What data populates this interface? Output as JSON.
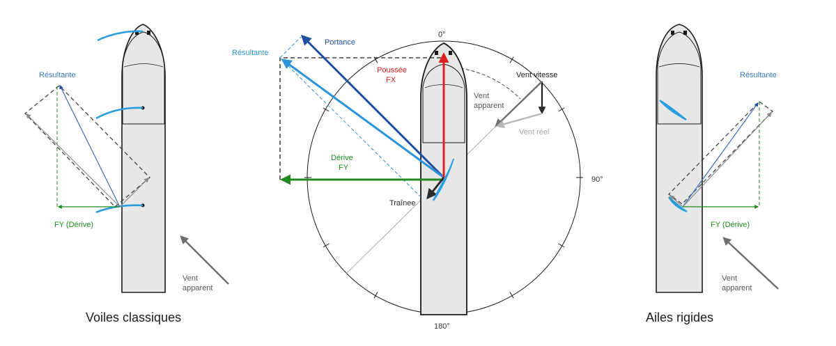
{
  "colors": {
    "hull_fill": "#e7e7e7",
    "hull_stroke": "#1a1a1a",
    "resultante": "#2b93d9",
    "resultante_text": "#3a7bbf",
    "portance": "#1f4fa0",
    "derive": "#1f8a1f",
    "poussee": "#e02020",
    "trainee": "#2a2a2a",
    "wind_apparent": "#6e6e6e",
    "wind_reel": "#b8b8b8",
    "sail": "#2a9ee0"
  },
  "left": {
    "resultante_label": "Résultante",
    "fy_label": "FY (Dérive)",
    "wind_label_1": "Vent",
    "wind_label_2": "apparent",
    "caption": "Voiles classiques"
  },
  "center": {
    "compass_0": "0°",
    "compass_90": "90°",
    "compass_180": "180°",
    "portance_label": "Portance",
    "resultante_label": "Résultante",
    "poussee_label_1": "Poussée",
    "poussee_label_2": "FX",
    "derive_label_1": "Dérive",
    "derive_label_2": "FY",
    "trainee_label": "Traînee",
    "vent_vitesse_label": "Vent vitesse",
    "vent_apparent_label_1": "Vent",
    "vent_apparent_label_2": "apparent",
    "vent_reel_label": "Vent réel"
  },
  "right": {
    "resultante_label": "Résultante",
    "fy_label": "FY (Dérive)",
    "wind_label_1": "Vent",
    "wind_label_2": "apparent",
    "caption": "Ailes rigides"
  }
}
